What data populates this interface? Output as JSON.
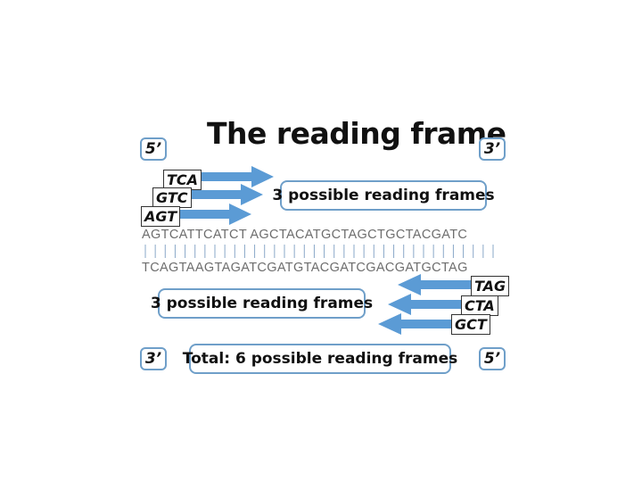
{
  "title": "The reading frame",
  "ends": {
    "top_left": "5’",
    "top_right": "3’",
    "bottom_left": "3’",
    "bottom_right": "5’"
  },
  "labels": {
    "forward_frames": "3 possible reading frames",
    "reverse_frames": "3 possible reading frames",
    "total": "Total: 6 possible reading frames"
  },
  "forward_codons": [
    "TCA",
    "GTC",
    "AGT"
  ],
  "reverse_codons": [
    "TAG",
    "CTA",
    "GCT"
  ],
  "sequences": {
    "top_strand": "AGTCATTCATCT AGCTACATGCTAGCTGCTACGATC",
    "bottom_strand": "TCAGTAAGTAGATCGATGTACGATCGACGATGCTAG"
  },
  "colors": {
    "arrow": "#5b9bd5",
    "box_border": "#6f9fc9",
    "sequence_text": "#6e6e6e"
  }
}
